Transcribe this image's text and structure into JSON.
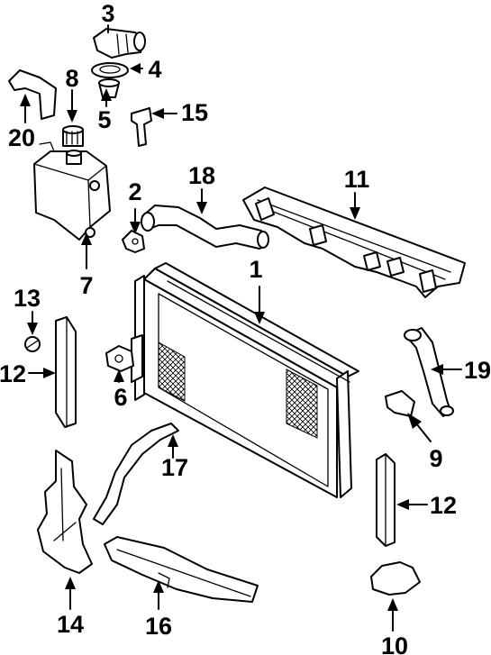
{
  "callouts": {
    "n1": "1",
    "n2": "2",
    "n3": "3",
    "n4": "4",
    "n5": "5",
    "n6": "6",
    "n7": "7",
    "n8": "8",
    "n9": "9",
    "n10": "10",
    "n11": "11",
    "n12a": "12",
    "n12b": "12",
    "n13": "13",
    "n14": "14",
    "n15": "15",
    "n16": "16",
    "n17": "17",
    "n18": "18",
    "n19": "19",
    "n20": "20"
  },
  "colors": {
    "line": "#000000",
    "background": "#ffffff"
  }
}
